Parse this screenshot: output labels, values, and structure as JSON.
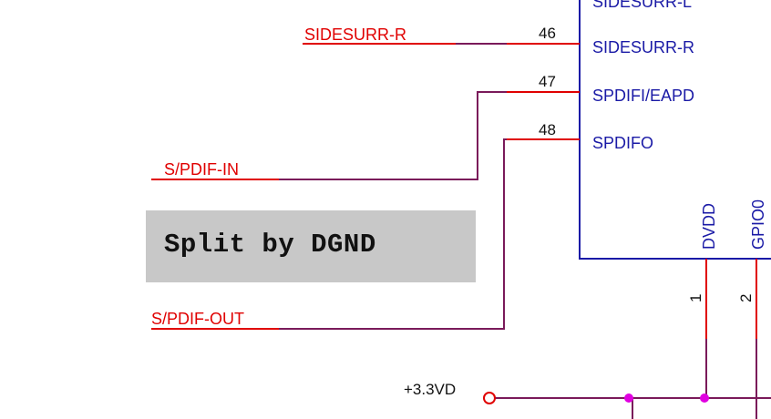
{
  "note": {
    "text": "Split by DGND"
  },
  "ic": {
    "pins_right": [
      {
        "number": "46",
        "name": "SIDESURR-R"
      },
      {
        "number": "47",
        "name": "SPDIFI/EAPD"
      },
      {
        "number": "48",
        "name": "SPDIFO"
      }
    ],
    "cut_label": "SIDESURR-L",
    "pins_bottom": [
      {
        "number": "1",
        "name": "DVDD"
      },
      {
        "number": "2",
        "name": "GPIO0"
      }
    ]
  },
  "nets": {
    "sidesurr_r": "SIDESURR-R",
    "spdif_in": "S/PDIF-IN",
    "spdif_out": "S/PDIF-OUT",
    "power": "+3.3VD"
  },
  "colors": {
    "wire": "#7a1a5a",
    "pin": "#e00000",
    "ic": "#1a1aa6",
    "junction": "#e000e0",
    "note_bg": "#c8c8c8"
  }
}
